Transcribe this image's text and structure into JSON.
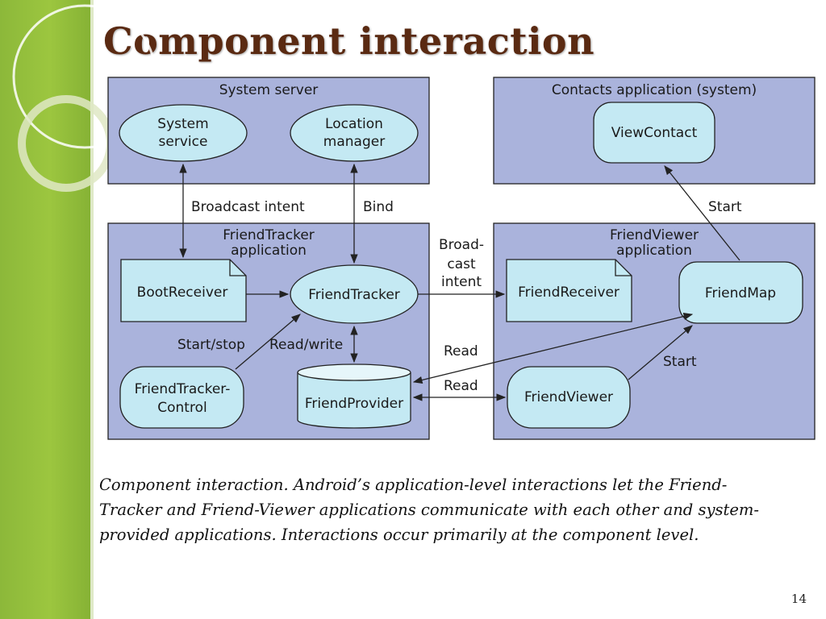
{
  "title": "Component interaction",
  "diagram": {
    "groups": {
      "system_server": "System server",
      "contacts_app": "Contacts application (system)",
      "friendtracker_app": [
        "FriendTracker",
        "application"
      ],
      "friendviewer_app": [
        "FriendViewer",
        "application"
      ]
    },
    "nodes": {
      "system_service": [
        "System",
        "service"
      ],
      "location_manager": [
        "Location",
        "manager"
      ],
      "view_contact": "ViewContact",
      "boot_receiver": "BootReceiver",
      "friend_tracker": "FriendTracker",
      "friend_receiver": "FriendReceiver",
      "friend_map": "FriendMap",
      "friend_tracker_control": [
        "FriendTracker-",
        "Control"
      ],
      "friend_provider": "FriendProvider",
      "friend_viewer": "FriendViewer"
    },
    "edges": {
      "broadcast_intent": "Broadcast intent",
      "bind": "Bind",
      "start_contact": "Start",
      "broadcast_cast_intent": [
        "Broad-",
        "cast",
        "intent"
      ],
      "start_stop": "Start/stop",
      "read_write": "Read/write",
      "read_map": "Read",
      "read_viewer": "Read",
      "start_viewer": "Start"
    },
    "colors": {
      "group_fill": "#aab3dc",
      "node_fill": "#c4e9f3",
      "stroke": "#222222"
    }
  },
  "caption": "Component interaction. Android’s application-level interactions let the Friend-Tracker and Friend-Viewer applications communicate with each other and system-provided applications. Interactions occur primarily at the component level.",
  "page_number": "14"
}
